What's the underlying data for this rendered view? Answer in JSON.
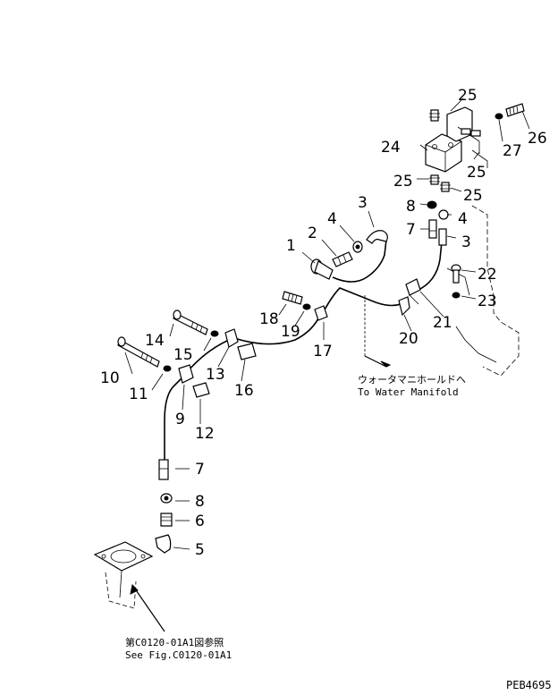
{
  "labels": [
    {
      "id": "1",
      "text": "1"
    },
    {
      "id": "2",
      "text": "2"
    },
    {
      "id": "3a",
      "text": "3"
    },
    {
      "id": "3b",
      "text": "3"
    },
    {
      "id": "4a",
      "text": "4"
    },
    {
      "id": "4b",
      "text": "4"
    },
    {
      "id": "5",
      "text": "5"
    },
    {
      "id": "6",
      "text": "6"
    },
    {
      "id": "7a",
      "text": "7"
    },
    {
      "id": "7b",
      "text": "7"
    },
    {
      "id": "8a",
      "text": "8"
    },
    {
      "id": "8b",
      "text": "8"
    },
    {
      "id": "9",
      "text": "9"
    },
    {
      "id": "10",
      "text": "10"
    },
    {
      "id": "11",
      "text": "11"
    },
    {
      "id": "12",
      "text": "12"
    },
    {
      "id": "13",
      "text": "13"
    },
    {
      "id": "14",
      "text": "14"
    },
    {
      "id": "15",
      "text": "15"
    },
    {
      "id": "16",
      "text": "16"
    },
    {
      "id": "17",
      "text": "17"
    },
    {
      "id": "18",
      "text": "18"
    },
    {
      "id": "19",
      "text": "19"
    },
    {
      "id": "20",
      "text": "20"
    },
    {
      "id": "21",
      "text": "21"
    },
    {
      "id": "22",
      "text": "22"
    },
    {
      "id": "23",
      "text": "23"
    },
    {
      "id": "24",
      "text": "24"
    },
    {
      "id": "25a",
      "text": "25"
    },
    {
      "id": "25b",
      "text": "25"
    },
    {
      "id": "25c",
      "text": "25"
    },
    {
      "id": "25d",
      "text": "25"
    },
    {
      "id": "26",
      "text": "26"
    },
    {
      "id": "27",
      "text": "27"
    }
  ],
  "notes": {
    "water_manifold_jp": "ウォータマニホールドへ",
    "water_manifold_en": "To Water Manifold",
    "see_fig_jp": "第C0120-01A1図参照",
    "see_fig_en": "See Fig.C0120-01A1"
  },
  "drawing_code": "PEB4695"
}
